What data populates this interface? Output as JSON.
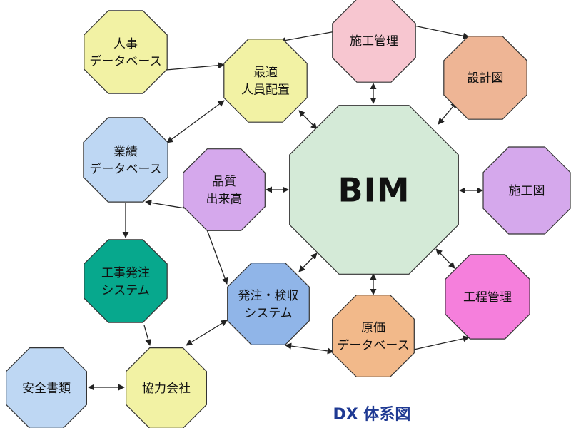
{
  "title": "DX 体系図",
  "title_color": "#1f3a93",
  "nodes": {
    "bim": {
      "lines": [
        "BIM"
      ],
      "fill": "#d4ead7"
    },
    "shiko_kanri": {
      "lines": [
        "施工管理"
      ],
      "fill": "#f7c6d0"
    },
    "sekkeizu": {
      "lines": [
        "設計図"
      ],
      "fill": "#eeb595"
    },
    "shikozu": {
      "lines": [
        "施工図"
      ],
      "fill": "#d5a8ec"
    },
    "kotei_kanri": {
      "lines": [
        "工程管理"
      ],
      "fill": "#f57fdc"
    },
    "genka_db": {
      "lines": [
        "原価",
        "データベース"
      ],
      "fill": "#f2b98a"
    },
    "hatchu_kenshu": {
      "lines": [
        "発注・検収",
        "システム"
      ],
      "fill": "#90b5e8"
    },
    "hinshitsu": {
      "lines": [
        "品質",
        "出来高"
      ],
      "fill": "#d5a8ec"
    },
    "saiteki_jinin": {
      "lines": [
        "最適",
        "人員配置"
      ],
      "fill": "#f2f2a4"
    },
    "jinji_db": {
      "lines": [
        "人事",
        "データベース"
      ],
      "fill": "#f2f2a4"
    },
    "gyoseki_db": {
      "lines": [
        "業績",
        "データベース"
      ],
      "fill": "#bed7f3"
    },
    "koji_hatchu": {
      "lines": [
        "工事発注",
        "システム"
      ],
      "fill": "#07a88d"
    },
    "kyoryoku": {
      "lines": [
        "協力会社"
      ],
      "fill": "#f2f2a4"
    },
    "anzen": {
      "lines": [
        "安全書類"
      ],
      "fill": "#bed7f3"
    }
  }
}
